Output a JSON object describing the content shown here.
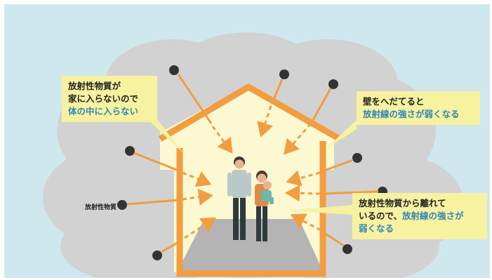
{
  "callouts": {
    "left": {
      "line1": "放射性物質が",
      "line2": "家に入らないので",
      "line3": "体の中に入らない"
    },
    "right_top": {
      "line1": "壁をへだてると",
      "line2": "放射線の強さが弱くなる"
    },
    "right_bottom": {
      "line1": "放射性物質から離れて",
      "line2a": "いるので、",
      "line2b": "放射線の強さが",
      "line3": "弱くなる"
    }
  },
  "source_label": "放射性物質",
  "colors": {
    "sky": "#cfe8ee",
    "cloud": "#d2d2d2",
    "house": "#f29d3f",
    "interior": "#fbf8d2",
    "floor": "#b4b4b4",
    "arrow": "#f29d3f",
    "particle": "#333333",
    "callout": "#f7f2a0",
    "highlight": "#2f86b8"
  }
}
